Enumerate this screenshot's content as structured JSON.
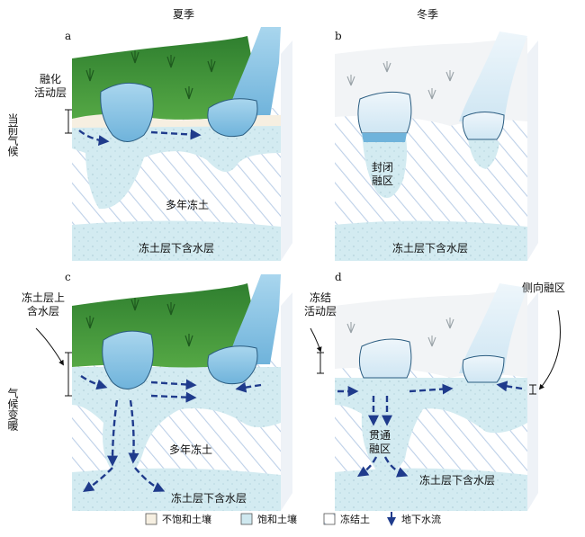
{
  "columns": {
    "summer": "夏季",
    "winter": "冬季"
  },
  "rows": {
    "current": "当前气候",
    "warming": "气候变暖"
  },
  "panels": {
    "a": {
      "letter": "a",
      "thaw_layer": "融化\n活动层",
      "permafrost": "多年冻土",
      "aquifer": "冻土层下含水层"
    },
    "b": {
      "letter": "b",
      "closed_talik": "封闭\n融区",
      "aquifer": "冻土层下含水层"
    },
    "c": {
      "letter": "c",
      "supra_aquifer": "冻土层上\n含水层",
      "permafrost": "多年冻土",
      "aquifer": "冻土层下含水层"
    },
    "d": {
      "letter": "d",
      "frozen_active": "冻结\n活动层",
      "lateral_talik": "侧向融区",
      "through_talik": "贯通\n融区",
      "aquifer": "冻土层下含水层"
    }
  },
  "legend": {
    "unsaturated": "不饱和土壤",
    "saturated": "饱和土壤",
    "frozen": "冻结土",
    "groundwater": "地下水流"
  },
  "colors": {
    "grass": "#3a8d3a",
    "water": "#88c6e4",
    "saturated": "#cfe8ef",
    "frozen_hatch": "#b9cde6",
    "unsaturated": "#f6efe1",
    "arrow": "#1f3b8c",
    "snow": "#f2f4f6"
  }
}
